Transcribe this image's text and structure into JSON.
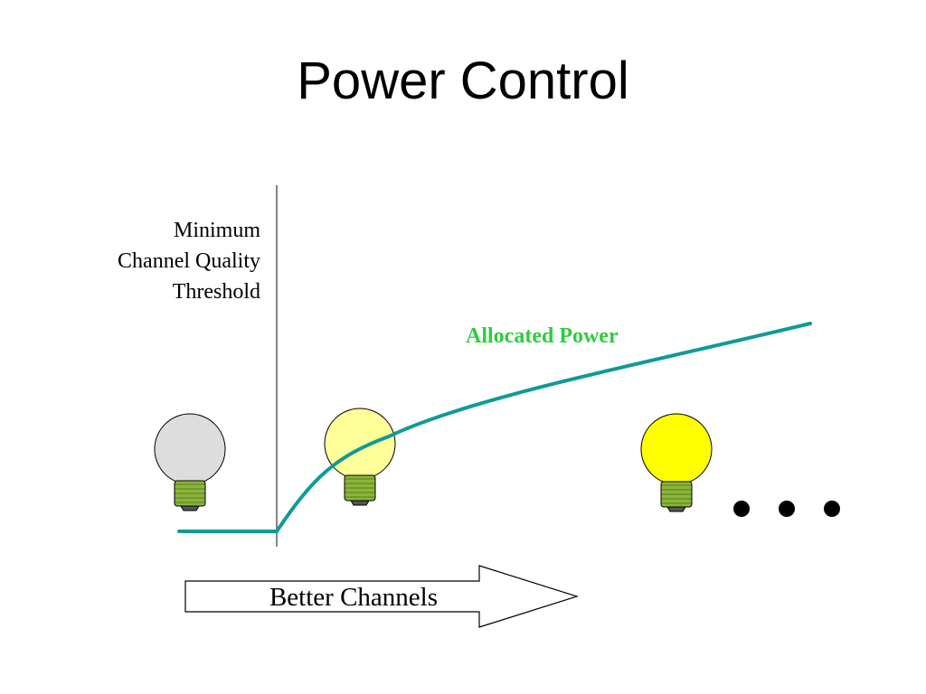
{
  "slide": {
    "title": "Power Control"
  },
  "diagram": {
    "threshold_label": [
      "Minimum",
      "Channel Quality",
      "Threshold"
    ],
    "curve_label": "Allocated Power",
    "arrow_label": "Better Channels",
    "colors": {
      "curve": "#119a96",
      "curve_label": "#2ecc40",
      "bulb_off": "#dddddd",
      "bulb_dim": "#ffff99",
      "bulb_bright": "#ffff00",
      "bulb_base": "#8cb43c"
    },
    "bulbs": [
      {
        "state": "off",
        "brightness": 0
      },
      {
        "state": "dim",
        "brightness": 0.5
      },
      {
        "state": "bright",
        "brightness": 1
      }
    ],
    "continuation_marker": "ellipsis-dots"
  }
}
